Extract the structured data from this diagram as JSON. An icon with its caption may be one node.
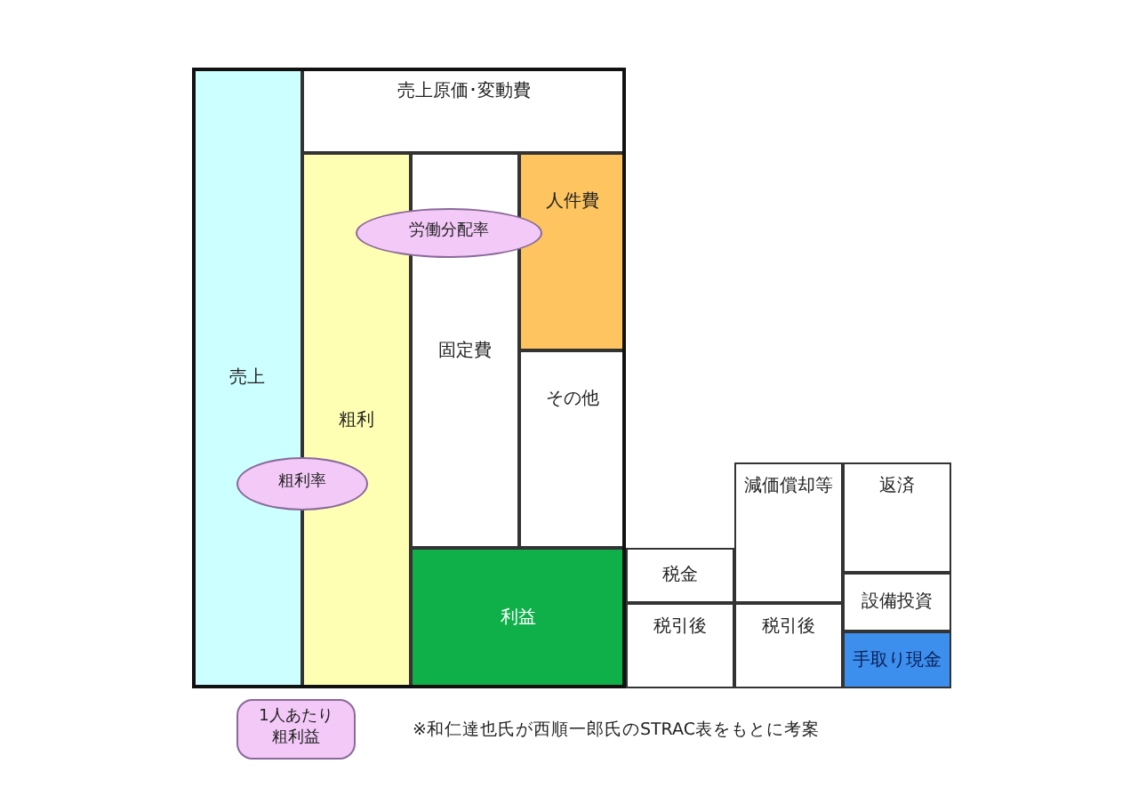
{
  "diagram": {
    "nodes": [
      {
        "text": [
          "売上"
        ]
      },
      {
        "text": [
          "売上原価･変動費"
        ]
      },
      {
        "text": [
          "粗利"
        ]
      },
      {
        "text": [
          "固定費"
        ]
      },
      {
        "text": [
          "人件費"
        ]
      },
      {
        "text": [
          "労働分配率"
        ]
      },
      {
        "text": [
          "その他"
        ]
      },
      {
        "text": [
          "粗利率"
        ]
      },
      {
        "text": [
          "利益"
        ]
      },
      {
        "text": [
          "減価償却等"
        ]
      },
      {
        "text": [
          "返済"
        ]
      },
      {
        "text": [
          "税金"
        ]
      },
      {
        "text": [
          "設備投資"
        ]
      },
      {
        "text": [
          "税引後"
        ]
      },
      {
        "text": [
          "税引後"
        ]
      },
      {
        "text": [
          "手取り現金"
        ]
      },
      {
        "text": [
          "1人あたり粗利益"
        ]
      }
    ],
    "labels": [
      "※和仁達也氏が西順一郎氏のSTRAC表をもとに考案"
    ]
  }
}
